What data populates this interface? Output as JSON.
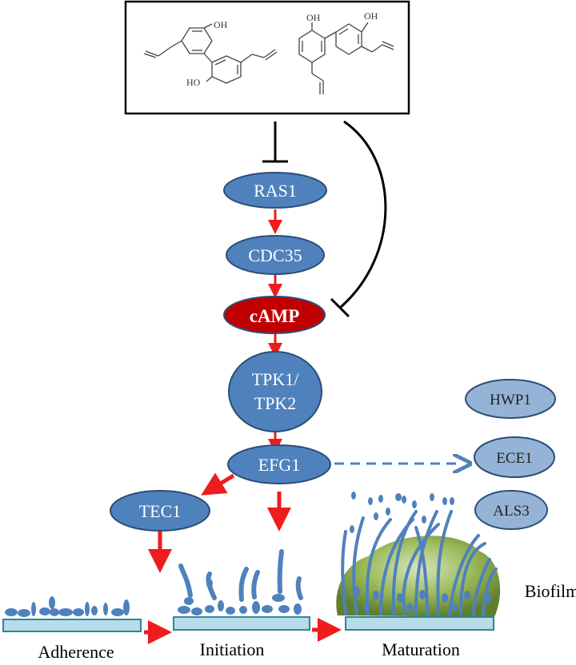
{
  "compound_box": {
    "label_oh_1": "OH",
    "label_ho_2": "HO",
    "label_oh_3": "OH",
    "label_oh_4": "OH"
  },
  "pathway": {
    "ras1": "RAS1",
    "cdc35": "CDC35",
    "camp": "cAMP",
    "tpk_line1": "TPK1/",
    "tpk_line2": "TPK2",
    "efg1": "EFG1",
    "tec1": "TEC1"
  },
  "targets": {
    "hwp1": "HWP1",
    "ece1": "ECE1",
    "als3": "ALS3"
  },
  "stages": {
    "adherence": "Adherence",
    "initiation": "Initiation",
    "maturation": "Maturation",
    "biofilm": "Biofilm"
  },
  "colors": {
    "node_fill": "#4f81bd",
    "node_stroke": "#2c4d75",
    "target_fill": "#95b3d7",
    "camp_fill": "#c00000",
    "red_arrow": "#ee1c1c",
    "dashed_arrow": "#4f81bd",
    "surface_fill": "#b7dde8",
    "biofilm_green": "#77933c"
  }
}
